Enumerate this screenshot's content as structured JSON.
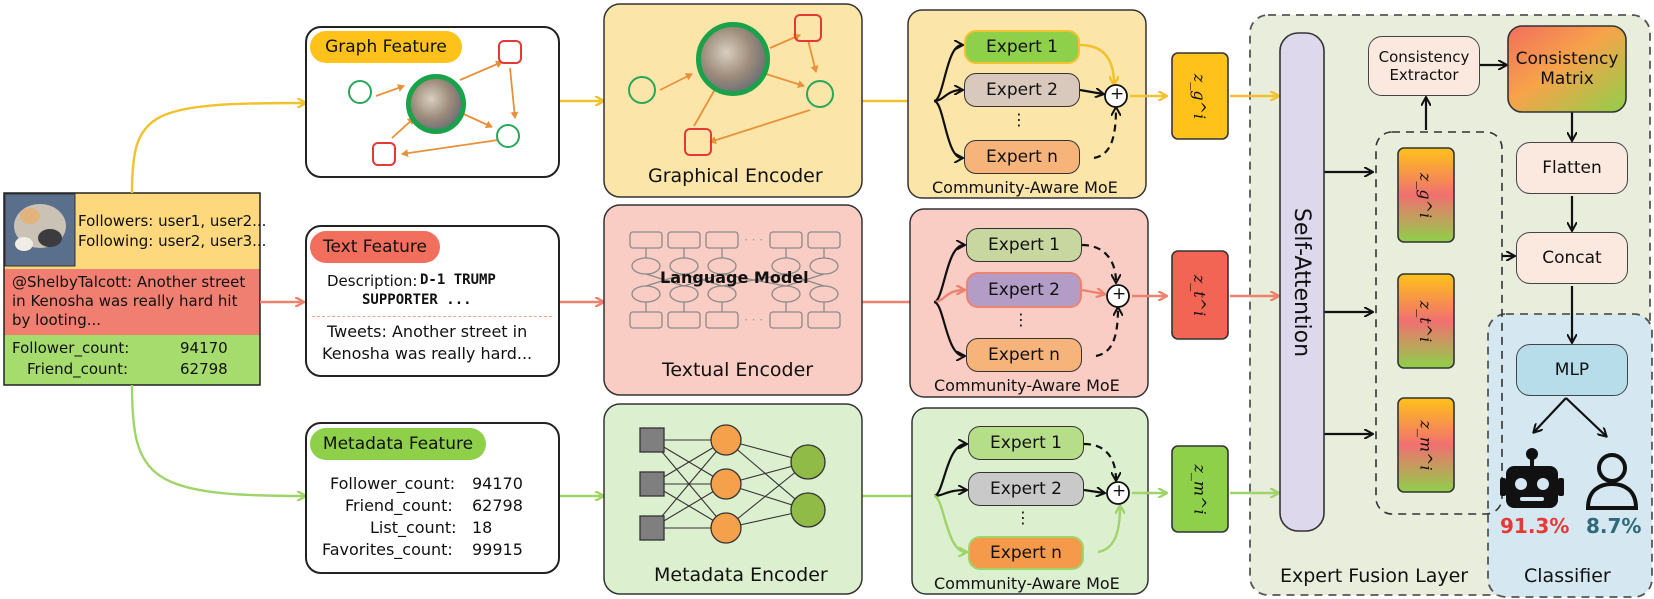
{
  "profile": {
    "followers": "Followers: user1, user2...",
    "following": "Following: user2, user3...",
    "tweet": "@ShelbyTalcott: Another street in Kenosha was really hard hit by looting...",
    "follower_label": "Follower_count:",
    "follower_value": "94170",
    "friend_label": "Friend_count:",
    "friend_value": "62798"
  },
  "graph_feature": {
    "title": "Graph Feature"
  },
  "text_feature": {
    "title": "Text Feature",
    "desc_label": "Description:",
    "desc_value_1": "D-1 TRUMP",
    "desc_value_2": "SUPPORTER ...",
    "tweets_line1": "Tweets: Another street in",
    "tweets_line2": "Kenosha was really hard..."
  },
  "metadata_feature": {
    "title": "Metadata Feature",
    "rows": [
      {
        "label": "Follower_count:",
        "value": "94170"
      },
      {
        "label": "Friend_count:",
        "value": "62798"
      },
      {
        "label": "List_count:",
        "value": "18"
      },
      {
        "label": "Favorites_count:",
        "value": "99915"
      }
    ]
  },
  "encoders": {
    "graph": "Graphical Encoder",
    "text": "Textual Encoder",
    "language_model": "Language Model",
    "metadata": "Metadata Encoder"
  },
  "moe": {
    "label": "Community-Aware MoE",
    "expert1": "Expert 1",
    "expert2": "Expert 2",
    "expertn": "Expert n",
    "dots": "⋮",
    "plus": "+"
  },
  "z": {
    "g": "z_g^i",
    "t": "z_t^i",
    "m": "z_m^i"
  },
  "fusion": {
    "self_attention": "Self-Attention",
    "consistency_extractor": "Consistency Extractor",
    "consistency_matrix": "Consistency Matrix",
    "flatten": "Flatten",
    "concat": "Concat",
    "label": "Expert Fusion Layer"
  },
  "classifier": {
    "mlp": "MLP",
    "label": "Classifier",
    "bot_percent": "91.3%",
    "human_percent": "8.7%"
  },
  "colors": {
    "yellow_line": "#f2c12e",
    "red_line": "#ee8270",
    "green_line": "#9fd46a",
    "bot_red": "#e53935",
    "human_teal": "#2e6a7a",
    "graph_bg": "#fbe5a8",
    "text_bg": "#f9cdc4",
    "meta_bg": "#dcefcf"
  }
}
